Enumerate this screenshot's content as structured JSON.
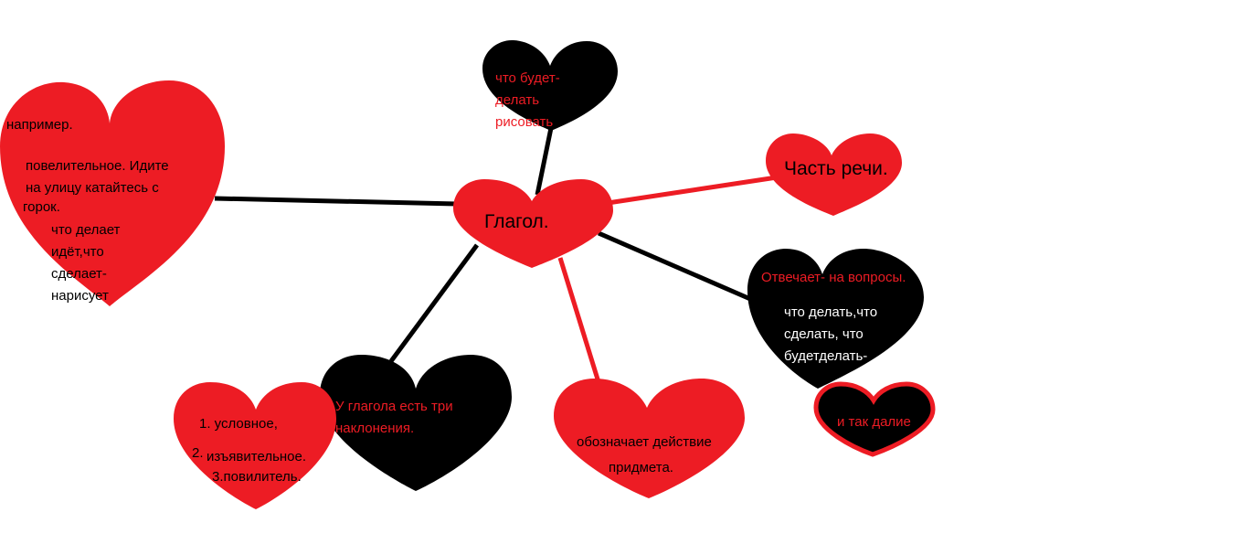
{
  "colors": {
    "red": "#ed1c24",
    "black": "#000000",
    "white": "#ffffff"
  },
  "nodes": {
    "center": {
      "text": "Глагол."
    },
    "future": {
      "lines": [
        "что будет-",
        "делать",
        "рисовать"
      ]
    },
    "part_of_speech": {
      "text": "Часть речи."
    },
    "questions": {
      "title": "Отвечает-  на вопросы.",
      "lines": [
        "что делать,что",
        "сделать, что",
        "будетделать-"
      ]
    },
    "etc": {
      "text": "и так далие"
    },
    "action": {
      "lines": [
        "обозначает действие",
        "придмета."
      ]
    },
    "moods": {
      "lines": [
        "У глагола есть три",
        "наклонения."
      ]
    },
    "mood_list": {
      "lines": [
        "1. условное,",
        "2.",
        "изъявительное.",
        "3.повилитель."
      ]
    },
    "example": {
      "title": "например.",
      "lines": [
        "повелительное. Идите",
        "на улицу  катайтесь с",
        "горок."
      ],
      "lines2": [
        "что делает",
        "идёт,что",
        "сделает-",
        "нарисует"
      ]
    }
  }
}
